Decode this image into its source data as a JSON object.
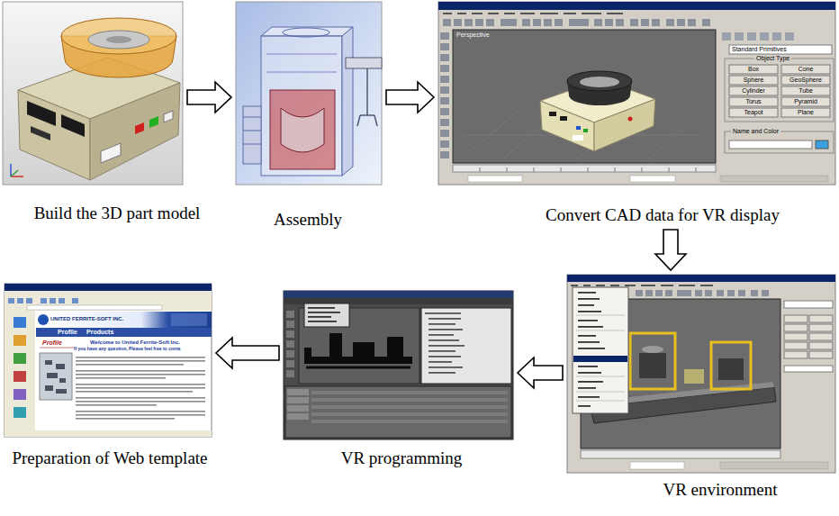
{
  "diagram": {
    "nodes": [
      {
        "text": [
          "Build the 3D part model"
        ]
      },
      {
        "text": [
          "Assembly"
        ]
      },
      {
        "text": [
          "Convert CAD data for VR display"
        ]
      },
      {
        "text": [
          "Preparation of Web template"
        ]
      },
      {
        "text": [
          "VR programming"
        ]
      },
      {
        "text": [
          "VR environment"
        ]
      }
    ],
    "edges": [
      {
        "from": 0,
        "to": 1,
        "arrow": "to"
      },
      {
        "from": 1,
        "to": 2,
        "arrow": "to"
      },
      {
        "from": 2,
        "to": 5,
        "arrow": "to"
      },
      {
        "from": 5,
        "to": 4,
        "arrow": "to"
      },
      {
        "from": 4,
        "to": 3,
        "arrow": "to"
      }
    ],
    "labels": [
      "Perspective",
      "Standard Primitives",
      "Object Type",
      "Box",
      "Cone",
      "Sphere",
      "GeoSphere",
      "Cylinder",
      "Tube",
      "Torus",
      "Pyramid",
      "Teapot",
      "Plane",
      "Name and Color",
      "UNITED FERRITE-SOFT INC.",
      "Profile",
      "Products",
      "Profile",
      "Welcome to United Ferrite-Soft Inc.",
      "If you have any question, Please feel free to conta"
    ]
  }
}
